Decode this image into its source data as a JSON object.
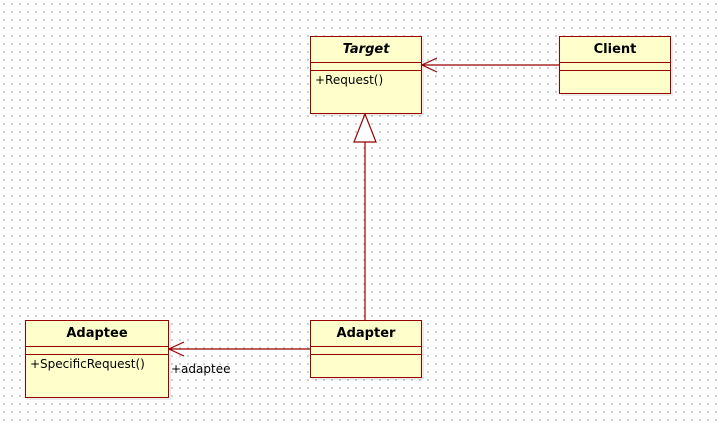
{
  "diagram": {
    "classes": {
      "target": {
        "name": "Target",
        "operations": [
          "+Request()"
        ]
      },
      "client": {
        "name": "Client",
        "operations": []
      },
      "adaptee": {
        "name": "Adaptee",
        "operations": [
          "+SpecificRequest()"
        ]
      },
      "adapter": {
        "name": "Adapter",
        "operations": []
      }
    },
    "associations": {
      "adapter_to_adaptee_role": "+adaptee"
    },
    "colors": {
      "class_fill": "#ffffcc",
      "class_border": "#990000",
      "link": "#990000",
      "grid_dot": "#c4c4c4"
    }
  }
}
